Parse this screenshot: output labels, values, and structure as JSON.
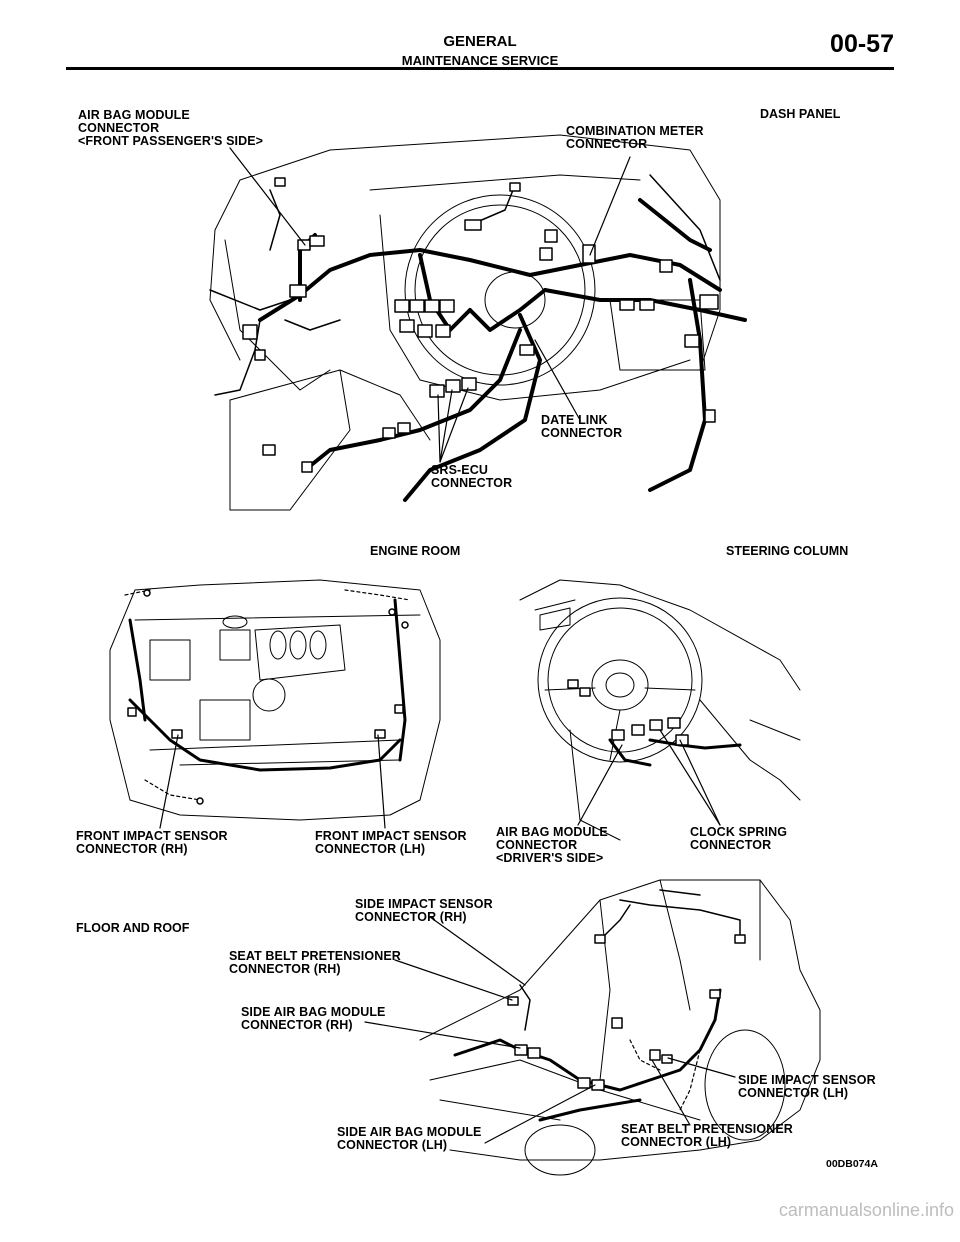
{
  "header": {
    "title": "GENERAL",
    "subtitle": "MAINTENANCE SERVICE",
    "page_number": "00-57"
  },
  "sections": {
    "dash_panel": "DASH PANEL",
    "engine_room": "ENGINE ROOM",
    "steering_column": "STEERING COLUMN",
    "floor_and_roof": "FLOOR AND ROOF"
  },
  "labels": {
    "airbag_passenger": "AIR BAG MODULE\nCONNECTOR\n<FRONT PASSENGER'S SIDE>",
    "combination_meter": "COMBINATION METER\nCONNECTOR",
    "date_link": "DATE LINK\nCONNECTOR",
    "srs_ecu": "SRS-ECU\nCONNECTOR",
    "front_impact_rh": "FRONT IMPACT SENSOR\nCONNECTOR (RH)",
    "front_impact_lh": "FRONT IMPACT SENSOR\nCONNECTOR (LH)",
    "airbag_driver": "AIR BAG MODULE\nCONNECTOR\n<DRIVER'S SIDE>",
    "clock_spring": "CLOCK SPRING\nCONNECTOR",
    "side_impact_rh": "SIDE IMPACT SENSOR\nCONNECTOR (RH)",
    "seat_belt_rh": "SEAT BELT PRETENSIONER\nCONNECTOR (RH)",
    "side_airbag_rh": "SIDE AIR BAG MODULE\nCONNECTOR (RH)",
    "side_impact_lh": "SIDE IMPACT SENSOR\nCONNECTOR (LH)",
    "seat_belt_lh": "SEAT BELT PRETENSIONER\nCONNECTOR (LH)",
    "side_airbag_lh": "SIDE AIR BAG MODULE\nCONNECTOR (LH)"
  },
  "figure_code": "00DB074A",
  "watermark": "carmanualsonline.info"
}
